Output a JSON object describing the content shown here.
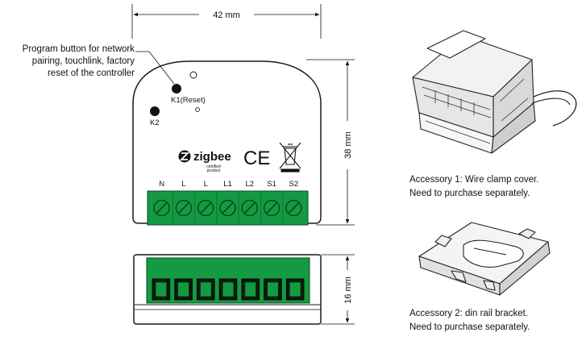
{
  "dimensions": {
    "width": "42 mm",
    "height": "38 mm",
    "depth": "16 mm"
  },
  "callout": {
    "lines": [
      "Program button for network",
      "pairing, touchlink, factory",
      "reset of the controller"
    ]
  },
  "buttons": {
    "k1": "K1(Reset)",
    "k2": "K2"
  },
  "logos": {
    "zigbee": "zigbee",
    "zigbee_sub1": "certified",
    "zigbee_sub2": "product",
    "ce": "CE"
  },
  "terminals": [
    "N",
    "L",
    "L",
    "L1",
    "L2",
    "S1",
    "S2"
  ],
  "accessories": [
    {
      "line1": "Accessory 1: Wire clamp cover.",
      "line2": "Need to purchase separately."
    },
    {
      "line1": "Accessory 2: din rail bracket.",
      "line2": "Need to purchase separately."
    }
  ],
  "colors": {
    "terminal_green": "#139a43",
    "terminal_dark": "#0b6e2c",
    "outline": "#1a1a1a"
  }
}
